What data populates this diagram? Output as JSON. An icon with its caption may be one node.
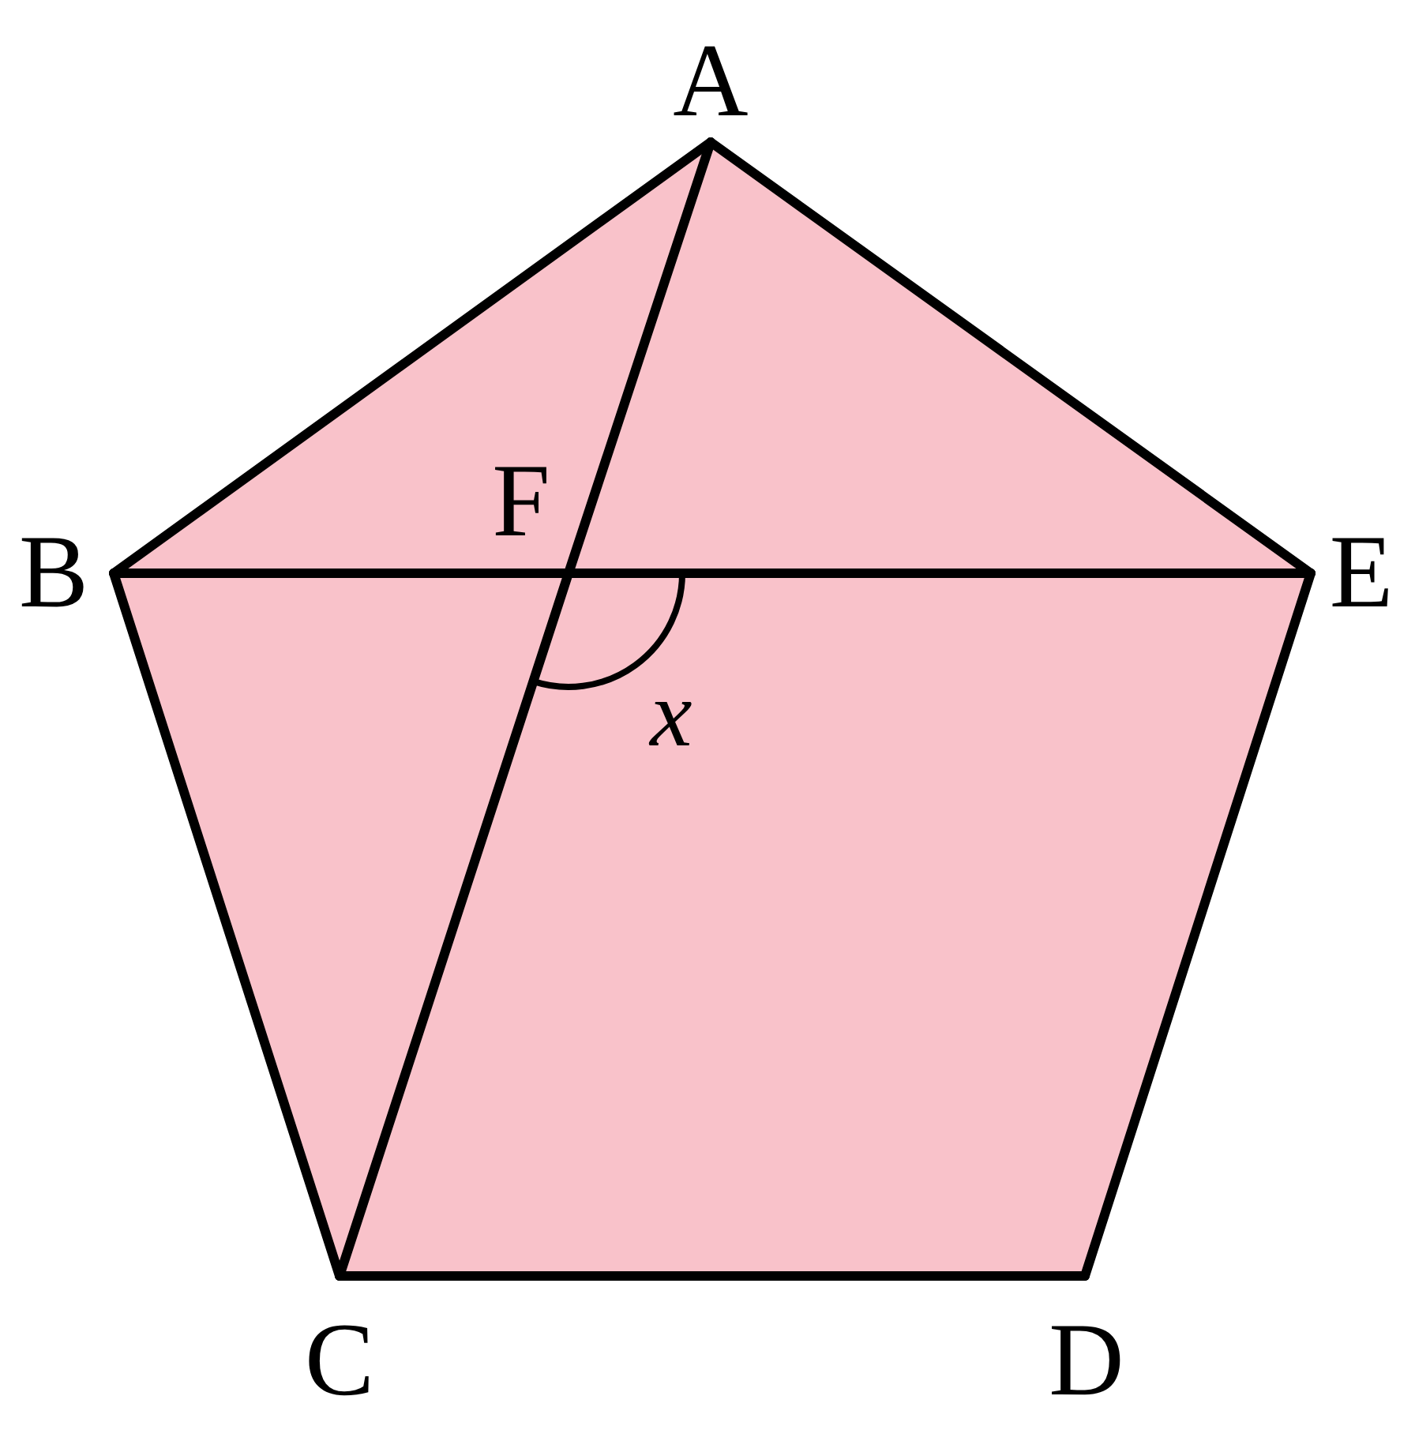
{
  "diagram": {
    "nodes": [
      {
        "text": [
          "A"
        ]
      },
      {
        "text": [
          "B"
        ]
      },
      {
        "text": [
          "C"
        ]
      },
      {
        "text": [
          "D"
        ]
      },
      {
        "text": [
          "E"
        ]
      },
      {
        "text": [
          "F"
        ]
      }
    ],
    "edges": [
      {
        "from": 0,
        "to": 1,
        "arrow": "none"
      },
      {
        "from": 1,
        "to": 2,
        "arrow": "none"
      },
      {
        "from": 2,
        "to": 3,
        "arrow": "none"
      },
      {
        "from": 3,
        "to": 4,
        "arrow": "none"
      },
      {
        "from": 4,
        "to": 0,
        "arrow": "none"
      },
      {
        "from": 1,
        "to": 5,
        "arrow": "none"
      },
      {
        "from": 5,
        "to": 4,
        "arrow": "none"
      },
      {
        "from": 0,
        "to": 5,
        "arrow": "none"
      },
      {
        "from": 5,
        "to": 2,
        "arrow": "none"
      }
    ],
    "labels": [
      "x"
    ]
  }
}
